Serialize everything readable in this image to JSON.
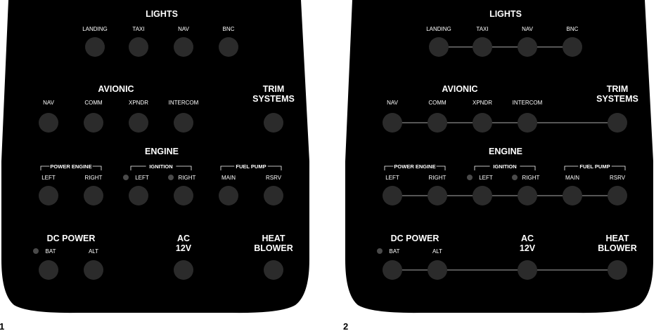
{
  "panels": [
    {
      "figure": "1",
      "connected": false
    },
    {
      "figure": "2",
      "connected": true
    }
  ],
  "sections": {
    "lights": {
      "title": "LIGHTS",
      "switches": [
        "LANDING",
        "TAXI",
        "NAV",
        "BNC"
      ]
    },
    "avionic": {
      "title": "AVIONIC",
      "switches": [
        "NAV",
        "COMM",
        "XPNDR",
        "INTERCOM"
      ]
    },
    "trim": {
      "title_line1": "TRIM",
      "title_line2": "SYSTEMS"
    },
    "engine": {
      "title": "ENGINE",
      "groups": [
        "POWER ENGINE",
        "IGNITION",
        "FUEL PUMP"
      ],
      "switches": [
        "LEFT",
        "RIGHT",
        "LEFT",
        "RIGHT",
        "MAIN",
        "RSRV"
      ]
    },
    "dc_power": {
      "title": "DC POWER",
      "switches": [
        "BAT",
        "ALT"
      ]
    },
    "ac": {
      "title_line1": "AC",
      "title_line2": "12V"
    },
    "heat": {
      "title_line1": "HEAT",
      "title_line2": "BLOWER"
    }
  },
  "colors": {
    "panel": "#000000",
    "knob": "#2b2b2b",
    "line": "#8a8a8a",
    "indicator": "#4a4a4a"
  }
}
